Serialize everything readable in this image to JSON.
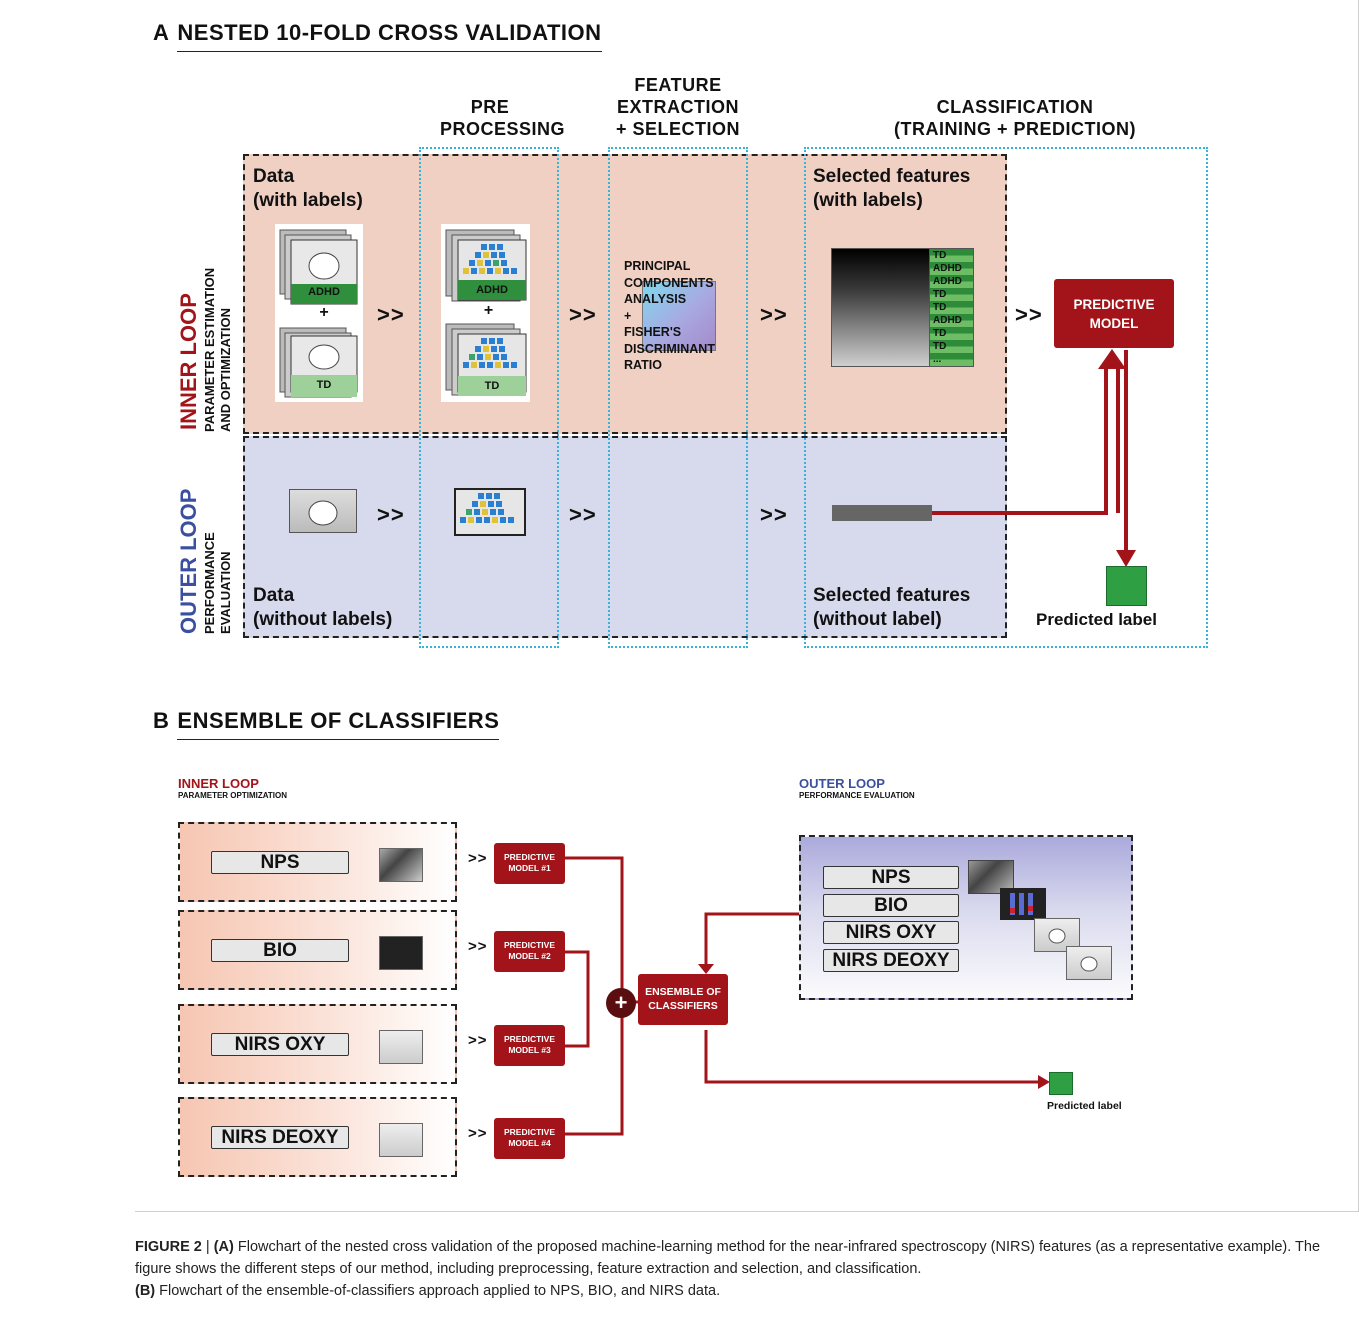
{
  "section_a": {
    "letter": "A",
    "title": "NESTED 10-FOLD CROSS VALIDATION",
    "col_preprocessing": "PRE\nPROCESSING",
    "col_feature": "FEATURE\nEXTRACTION\n+ SELECTION",
    "col_classification": "CLASSIFICATION\n(TRAINING + PREDICTION)",
    "inner_loop_title": "INNER LOOP",
    "inner_loop_sub1": "PARAMETER ESTIMATION",
    "inner_loop_sub2": "AND OPTIMIZATION",
    "outer_loop_title": "OUTER LOOP",
    "outer_loop_sub1": "PERFORMANCE",
    "outer_loop_sub2": "EVALUATION",
    "data_with_labels": "Data\n(with labels)",
    "data_without_labels": "Data\n(without labels)",
    "selected_with_labels": "Selected features\n(with labels)",
    "selected_without_label": "Selected features\n(without label)",
    "label_adhd": "ADHD",
    "label_td": "TD",
    "plus": "+",
    "pca_text": "PRINCIPAL\nCOMPONENTS\nANALYSIS\n+\nFISHER'S\nDISCRIMINANT\nRATIO",
    "feature_labels": [
      "TD",
      "ADHD",
      "ADHD",
      "TD",
      "TD",
      "ADHD",
      "TD",
      "TD",
      "..."
    ],
    "predictive_model": "PREDICTIVE\nMODEL",
    "predicted_label": "Predicted label",
    "arrow": ">>"
  },
  "section_b": {
    "letter": "B",
    "title": "ENSEMBLE OF CLASSIFIERS",
    "inner_loop": "INNER LOOP",
    "inner_loop_sub": "PARAMETER OPTIMIZATION",
    "outer_loop": "OUTER LOOP",
    "outer_loop_sub": "PERFORMANCE EVALUATION",
    "rows": [
      {
        "label": "NPS",
        "model": "PREDICTIVE\nMODEL #1"
      },
      {
        "label": "BIO",
        "model": "PREDICTIVE\nMODEL #2"
      },
      {
        "label": "NIRS OXY",
        "model": "PREDICTIVE\nMODEL #3"
      },
      {
        "label": "NIRS DEOXY",
        "model": "PREDICTIVE\nMODEL #4"
      }
    ],
    "outer_items": [
      "NPS",
      "BIO",
      "NIRS OXY",
      "NIRS DEOXY"
    ],
    "ensemble": "ENSEMBLE OF\nCLASSIFIERS",
    "plus": "+",
    "predicted_label": "Predicted label",
    "arrow": ">>"
  },
  "caption": {
    "figure": "FIGURE 2",
    "sep": " | ",
    "a_tag": "(A)",
    "a_text": " Flowchart of the nested cross validation of the proposed machine-learning method for the near-infrared spectroscopy (NIRS) features (as a representative example). The figure shows the different steps of our method, including preprocessing, feature extraction and selection, and classification.",
    "b_tag": "(B)",
    "b_text": " Flowchart of the ensemble-of-classifiers approach applied to NPS, BIO, and NIRS data."
  },
  "colors": {
    "inner_red": "#a3141a",
    "outer_blue": "#3a4fa0",
    "inner_bg": "#f1d0c4",
    "outer_bg": "#d7daed",
    "dotted_cyan": "#36b3d8",
    "green": "#2ea043"
  }
}
